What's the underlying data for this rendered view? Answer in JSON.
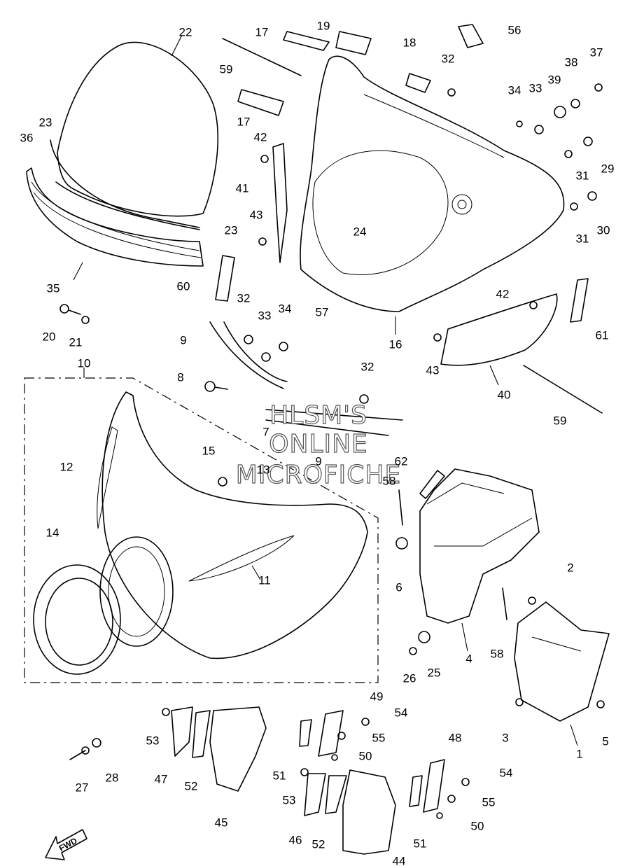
{
  "diagram": {
    "callouts": [
      "1",
      "2",
      "3",
      "4",
      "5",
      "6",
      "7",
      "8",
      "9",
      "9",
      "10",
      "11",
      "12",
      "13",
      "14",
      "15",
      "16",
      "17",
      "17",
      "18",
      "19",
      "20",
      "21",
      "22",
      "23",
      "23",
      "24",
      "25",
      "26",
      "27",
      "28",
      "29",
      "30",
      "31",
      "31",
      "32",
      "32",
      "32",
      "33",
      "33",
      "34",
      "34",
      "35",
      "36",
      "37",
      "38",
      "39",
      "40",
      "41",
      "42",
      "42",
      "43",
      "43",
      "44",
      "45",
      "46",
      "47",
      "48",
      "49",
      "50",
      "50",
      "51",
      "51",
      "52",
      "52",
      "53",
      "53",
      "54",
      "54",
      "55",
      "55",
      "56",
      "57",
      "58",
      "58",
      "59",
      "59",
      "60",
      "61",
      "62"
    ],
    "watermark": [
      "HLSM'S",
      "ONLINE",
      "MICROFICHE"
    ],
    "direction_marker": "FWD"
  },
  "colors": {
    "line": "#000000",
    "background": "#ffffff"
  }
}
